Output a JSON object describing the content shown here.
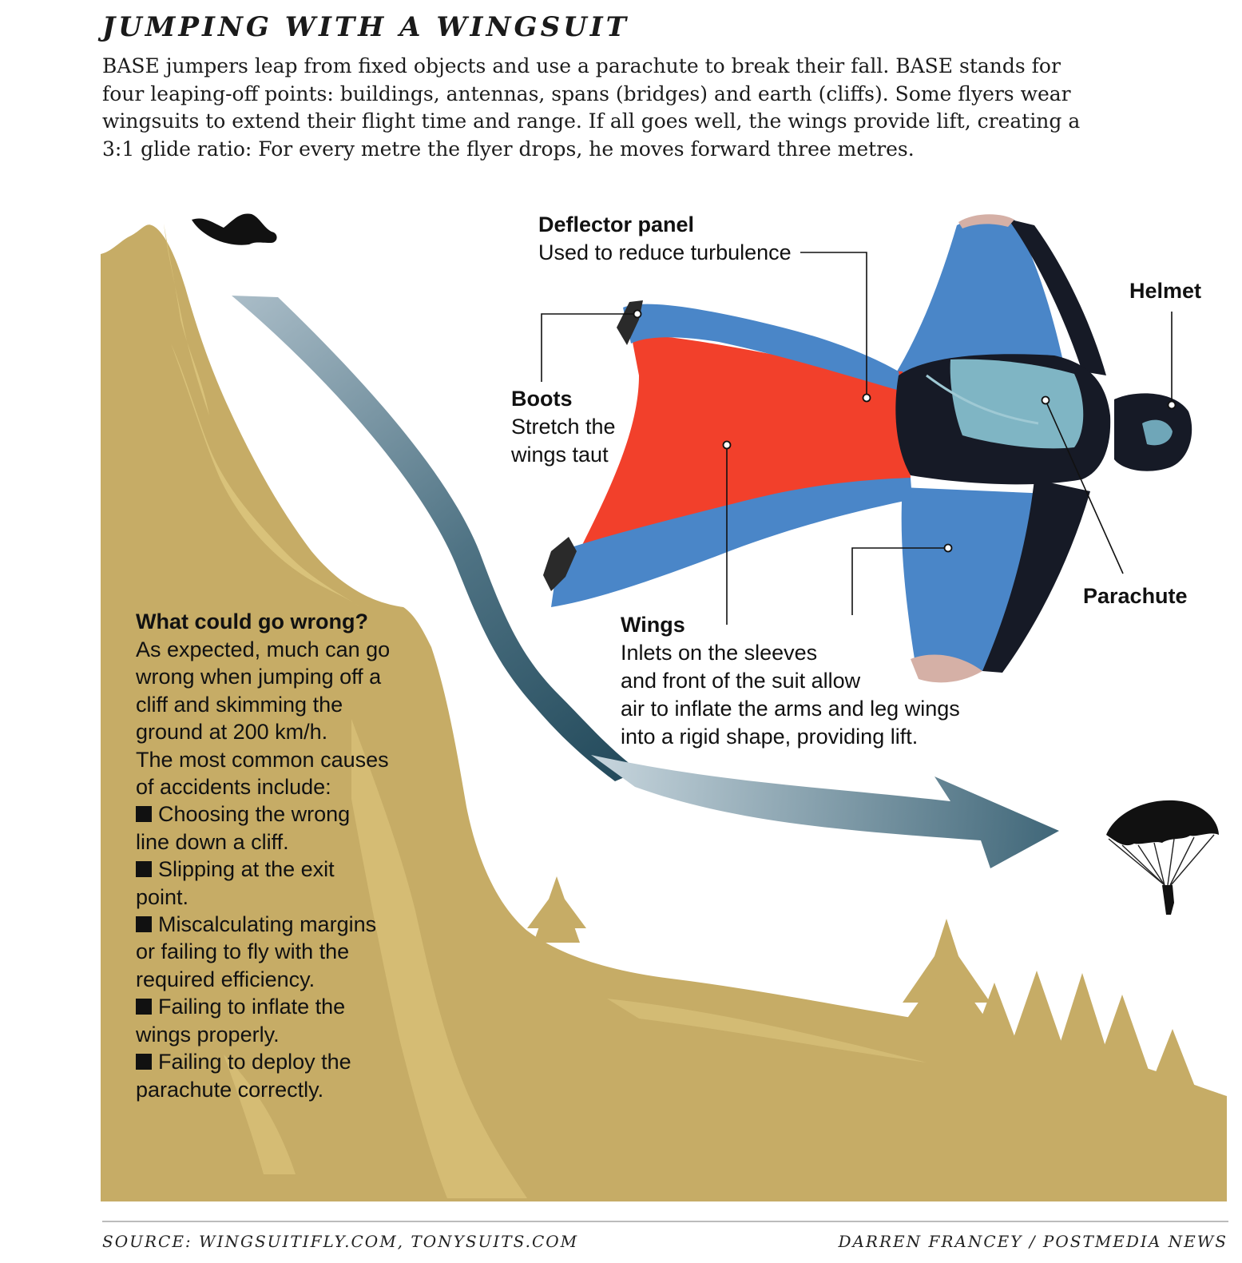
{
  "title": "JUMPING WITH A WINGSUIT",
  "intro": [
    "BASE jumpers leap from fixed objects and use a parachute to break their fall. BASE stands for",
    "four leaping-off points: buildings, antennas, spans (bridges) and earth (cliffs). Some flyers wear",
    "wingsuits to extend their flight time and range. If all goes well, the wings provide lift, creating a",
    "3:1 glide ratio: For every metre the flyer drops, he moves forward three metres."
  ],
  "callouts": {
    "deflector": {
      "heading": "Deflector panel",
      "lines": [
        "Used to reduce turbulence"
      ]
    },
    "boots": {
      "heading": "Boots",
      "lines": [
        "Stretch the",
        "wings taut"
      ]
    },
    "helmet": {
      "heading": "Helmet"
    },
    "parachute": {
      "heading": "Parachute"
    },
    "wings": {
      "heading": "Wings",
      "lines": [
        "Inlets on the sleeves",
        "and front of the suit allow",
        "air to inflate the arms and leg wings",
        "into a rigid shape, providing lift."
      ]
    }
  },
  "risks": {
    "heading": "What could go wrong?",
    "intro_lines": [
      "As expected, much can go",
      "wrong when jumping off a",
      "cliff and skimming the",
      "ground at 200 km/h.",
      "The most common causes",
      "of accidents include:"
    ],
    "items": [
      {
        "lines": [
          "Choosing the wrong",
          "line down a cliff."
        ]
      },
      {
        "lines": [
          "Slipping at the exit",
          "point."
        ]
      },
      {
        "lines": [
          "Miscalculating margins",
          "or failing to fly with the",
          "required efficiency."
        ]
      },
      {
        "lines": [
          "Failing to inflate the",
          "wings properly."
        ]
      },
      {
        "lines": [
          "Failing to deploy the",
          "parachute correctly."
        ]
      }
    ]
  },
  "source": "SOURCE: WINGSUITIFLY.COM, TONYSUITS.COM",
  "byline": "DARREN FRANCEY / POSTMEDIA NEWS",
  "colors": {
    "terrain": "#c6ac66",
    "terrain_light": "#d9c27a",
    "arrow_dark": "#2d5566",
    "arrow_light": "#b4c6d0",
    "suit_red": "#f2402b",
    "suit_blue": "#4a86c8",
    "suit_black": "#161a26"
  },
  "icons": [
    "wingsuit-flyer-silhouette-icon",
    "parachutist-silhouette-icon",
    "pine-tree-icon"
  ]
}
